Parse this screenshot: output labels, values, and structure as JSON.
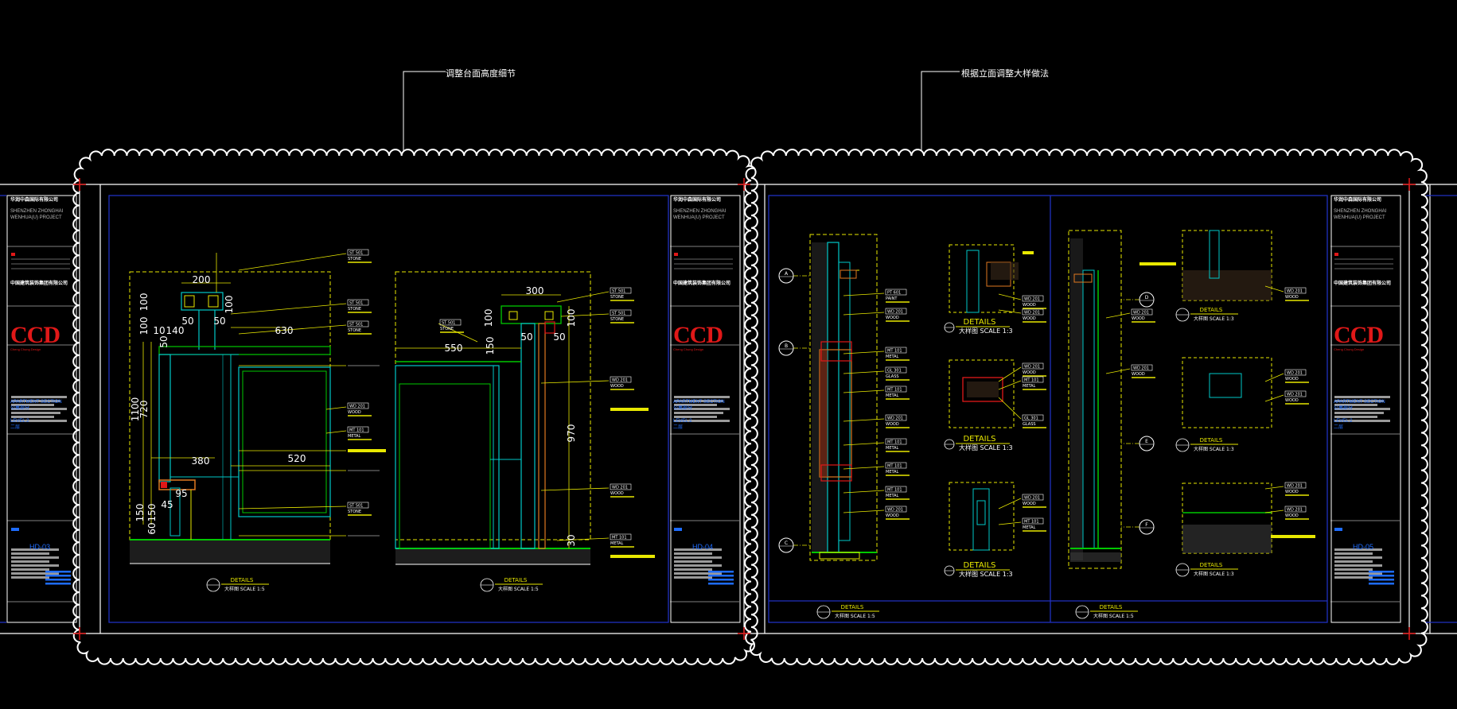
{
  "annotations": [
    {
      "text": "调整台面高度细节"
    },
    {
      "text": "根据立面调整大样做法"
    }
  ],
  "title_blocks": [
    {
      "company_zh": "华润中森国际有限公司",
      "project_line1": "SHENZHEN ZHONGHAI",
      "project_line2": "WENHUA(U) PROJECT",
      "client": "中国建筑装饰集团有限公司",
      "logo": "CCD",
      "logo_sub": "Cheng Chung Design",
      "section_en": "APARTMENT SECTION",
      "section_zh": "公寓部分",
      "level_en": "LEVEL 2",
      "level_zh": "二层",
      "sheet_code": "HD-03"
    },
    {
      "company_zh": "华润中森国际有限公司",
      "project_line1": "SHENZHEN ZHONGHAI",
      "project_line2": "WENHUA(U) PROJECT",
      "client": "中国建筑装饰集团有限公司",
      "logo": "CCD",
      "logo_sub": "Cheng Chung Design",
      "section_en": "APARTMENT SECTION",
      "section_zh": "公寓部分",
      "level_en": "LEVEL 2",
      "level_zh": "二层",
      "sheet_code": "HD-04"
    },
    {
      "company_zh": "华润中森国际有限公司",
      "project_line1": "SHENZHEN ZHONGHAI",
      "project_line2": "WENHUA(U) PROJECT",
      "client": "中国建筑装饰集团有限公司",
      "logo": "CCD",
      "logo_sub": "Cheng Chung Design",
      "section_en": "APARTMENT SECTION",
      "section_zh": "公寓部分",
      "level_en": "LEVEL 2",
      "level_zh": "二层",
      "sheet_code": "HD-05"
    }
  ],
  "dimensions_left": [
    "200",
    "100",
    "100",
    "50",
    "50",
    "140",
    "10",
    "50",
    "630",
    "100",
    "1100",
    "720",
    "380",
    "520",
    "150",
    "45",
    "95",
    "150",
    "60"
  ],
  "dimensions_mid": [
    "300",
    "100",
    "100",
    "550",
    "150",
    "50",
    "50",
    "970",
    "30"
  ],
  "callouts": [
    "ST 501",
    "STONE",
    "WD 201",
    "WOOD",
    "MT 101",
    "METAL",
    "GL 301",
    "GLASS",
    "PT 601",
    "PAINT"
  ],
  "detail_titles": {
    "main_en": "DETAILS",
    "main_zh": "大样图",
    "scale_1_5": "SCALE 1:5",
    "scale_1_3": "SCALE 1:3",
    "labels": [
      "DETAILS",
      "DETAILS",
      "DETAILS",
      "DETAILS",
      "DETAILS",
      "DETAILS",
      "DETAILS",
      "DETAILS",
      "DETAILS",
      "DETAILS"
    ]
  },
  "grid_bubbles": [
    "A",
    "B",
    "C",
    "D",
    "E",
    "F"
  ],
  "colors": {
    "background": "#000000",
    "cad_yellow": "#e8e800",
    "cad_cyan": "#00c8c8",
    "cad_green": "#00c800",
    "cad_blue": "#2030c0",
    "cad_red": "#e01818",
    "cad_white": "#ffffff",
    "cad_orange": "#e07820"
  }
}
